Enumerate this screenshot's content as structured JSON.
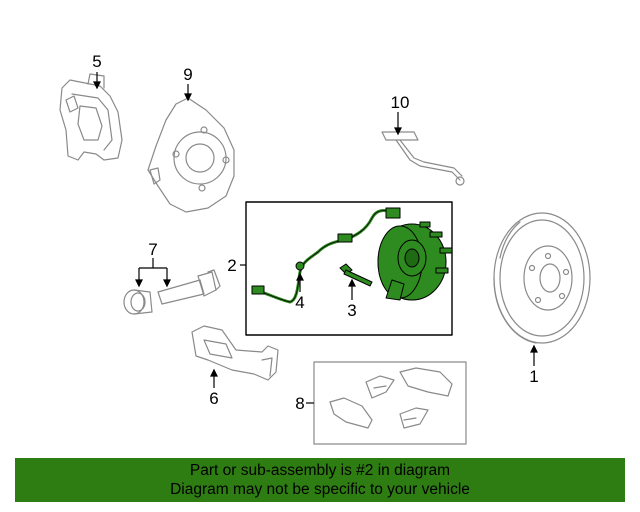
{
  "colors": {
    "highlight": "#2e8b1f",
    "outline": "#7d7d7d",
    "banner": "#2e7d12",
    "text": "#000000"
  },
  "callouts": {
    "c1": "1",
    "c2": "2",
    "c3": "3",
    "c4": "4",
    "c5": "5",
    "c6": "6",
    "c7": "7",
    "c8": "8",
    "c9": "9",
    "c10": "10"
  },
  "banner": {
    "line1": "Part or sub-assembly is #2 in diagram",
    "line2": "Diagram may not be specific to your vehicle"
  }
}
